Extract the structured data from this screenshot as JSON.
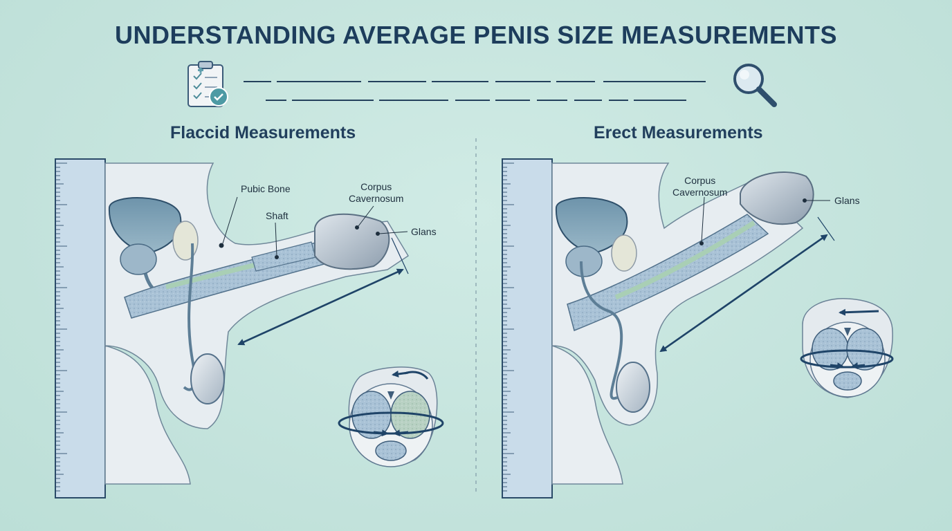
{
  "title": "UNDERSTANDING AVERAGE PENIS SIZE MEASUREMENTS",
  "icons": {
    "left": "clipboard-check-icon",
    "right": "magnifier-icon"
  },
  "colors": {
    "background": "#c6e4de",
    "title": "#1d3d5c",
    "arrow": "#1f4468",
    "ruler": "#c9dcea"
  },
  "panels": {
    "flaccid": {
      "heading": "Flaccid Measurements",
      "labels": {
        "pubic_bone": "Pubic Bone",
        "shaft": "Shaft",
        "corpus": "Corpus\nCavernosum",
        "glans": "Glans"
      }
    },
    "erect": {
      "heading": "Erect Measurements",
      "labels": {
        "corpus": "Corpus\nCavernosum",
        "glans": "Glans"
      }
    }
  }
}
